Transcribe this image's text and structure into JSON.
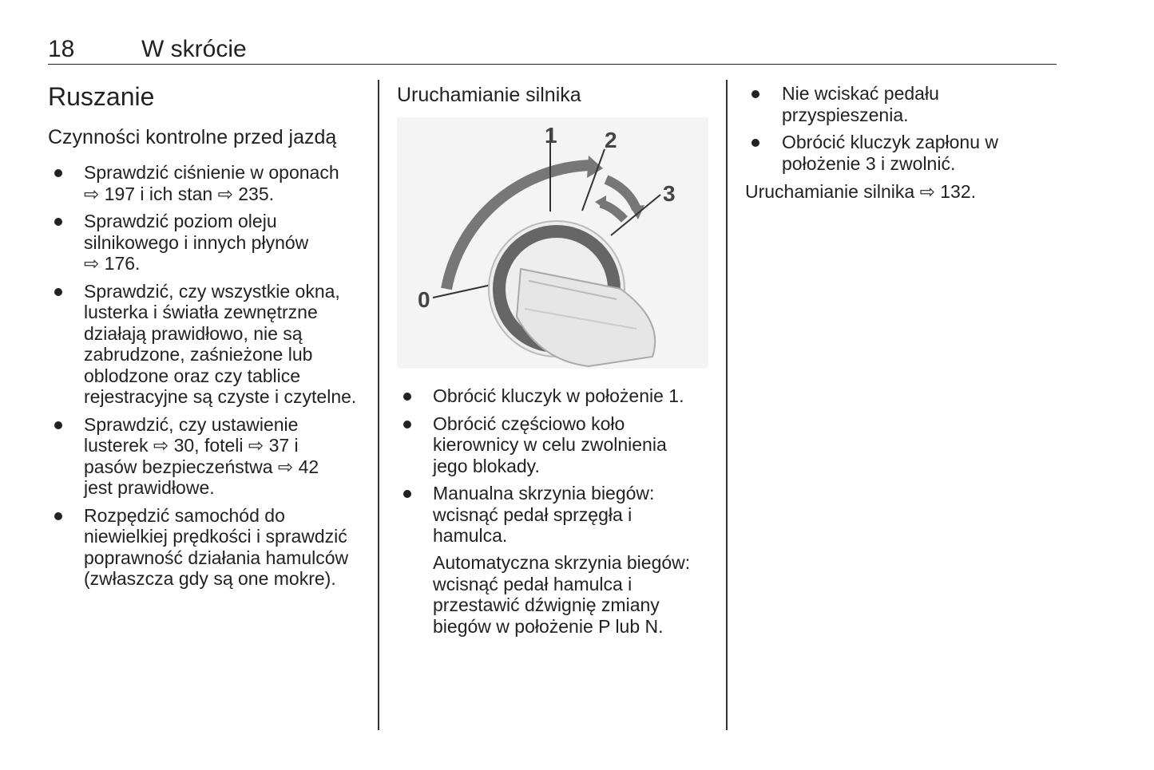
{
  "header": {
    "page_number": "18",
    "section": "W skrócie"
  },
  "left": {
    "title": "Ruszanie",
    "subtitle": "Czynności kontrolne przed jazdą",
    "bullets": [
      [
        "Sprawdzić ciśnienie w oponach",
        "⇨ 197 i ich stan ⇨ 235."
      ],
      [
        "Sprawdzić poziom oleju",
        "silnikowego i innych płynów",
        "⇨ 176."
      ],
      [
        "Sprawdzić, czy wszystkie okna,",
        "lusterka i światła zewnętrzne",
        "działają prawidłowo, nie są",
        "zabrudzone, zaśnieżone lub",
        "oblodzone oraz czy tablice",
        "rejestracyjne są czyste i czytelne."
      ],
      [
        "Sprawdzić, czy ustawienie",
        "lusterek ⇨ 30, foteli ⇨ 37 i",
        "pasów bezpieczeństwa ⇨ 42",
        "jest prawidłowe."
      ],
      [
        "Rozpędzić samochód do",
        "niewielkiej prędkości i sprawdzić",
        "poprawność działania hamulców",
        "(zwłaszcza gdy są one mokre)."
      ]
    ]
  },
  "middle": {
    "heading": "Uruchamianie silnika",
    "figure_labels": [
      "0",
      "1",
      "2",
      "3"
    ],
    "bullets": [
      [
        "Obrócić kluczyk w położenie 1."
      ],
      [
        "Obrócić częściowo koło",
        "kierownicy w celu zwolnienia",
        "jego blokady."
      ],
      [
        "Manualna skrzynia biegów:",
        "wcisnąć pedał sprzęgła i",
        "hamulca."
      ]
    ],
    "paragraph": [
      "Automatyczna skrzynia biegów:",
      "wcisnąć pedał hamulca i",
      "przestawić dźwignię zmiany",
      "biegów w położenie P lub N."
    ]
  },
  "right": {
    "bullets": [
      [
        "Nie wciskać pedału",
        "przyspieszenia."
      ],
      [
        "Obrócić kluczyk zapłonu w",
        "położenie 3 i zwolnić."
      ]
    ],
    "reference": "Uruchamianie silnika ⇨ 132."
  }
}
